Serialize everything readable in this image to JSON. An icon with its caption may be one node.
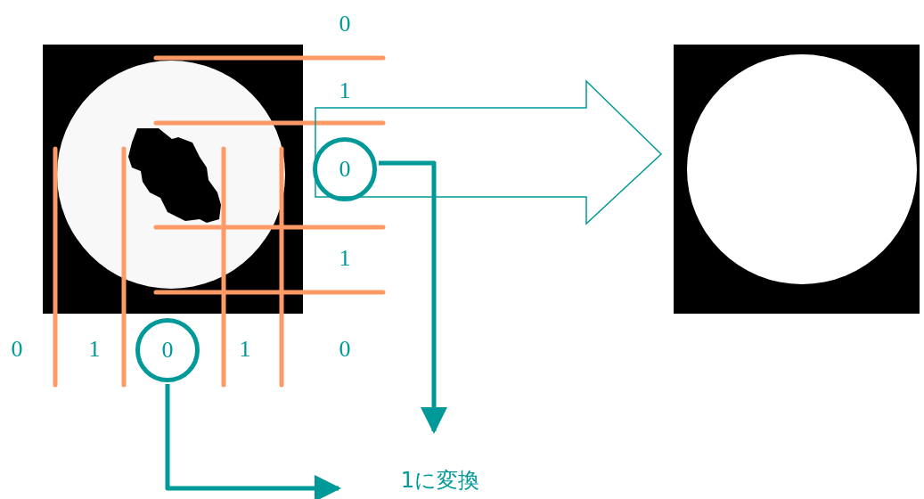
{
  "diagram": {
    "nodes": [
      {
        "text": [
          "0"
        ]
      },
      {
        "text": [
          "0"
        ]
      },
      {
        "text": [
          "1に変換"
        ]
      },
      {
        "text": [],
        "shape": "picture"
      },
      {
        "text": [],
        "shape": "picture"
      }
    ],
    "edges": [
      {
        "from": 0,
        "to": 2,
        "arrow": "to"
      },
      {
        "from": 1,
        "to": 2,
        "arrow": "to"
      },
      {
        "from": 3,
        "to": 4,
        "arrow": "to"
      }
    ],
    "labels": [
      "0",
      "1",
      "1",
      "0",
      "1",
      "1",
      "0"
    ]
  }
}
